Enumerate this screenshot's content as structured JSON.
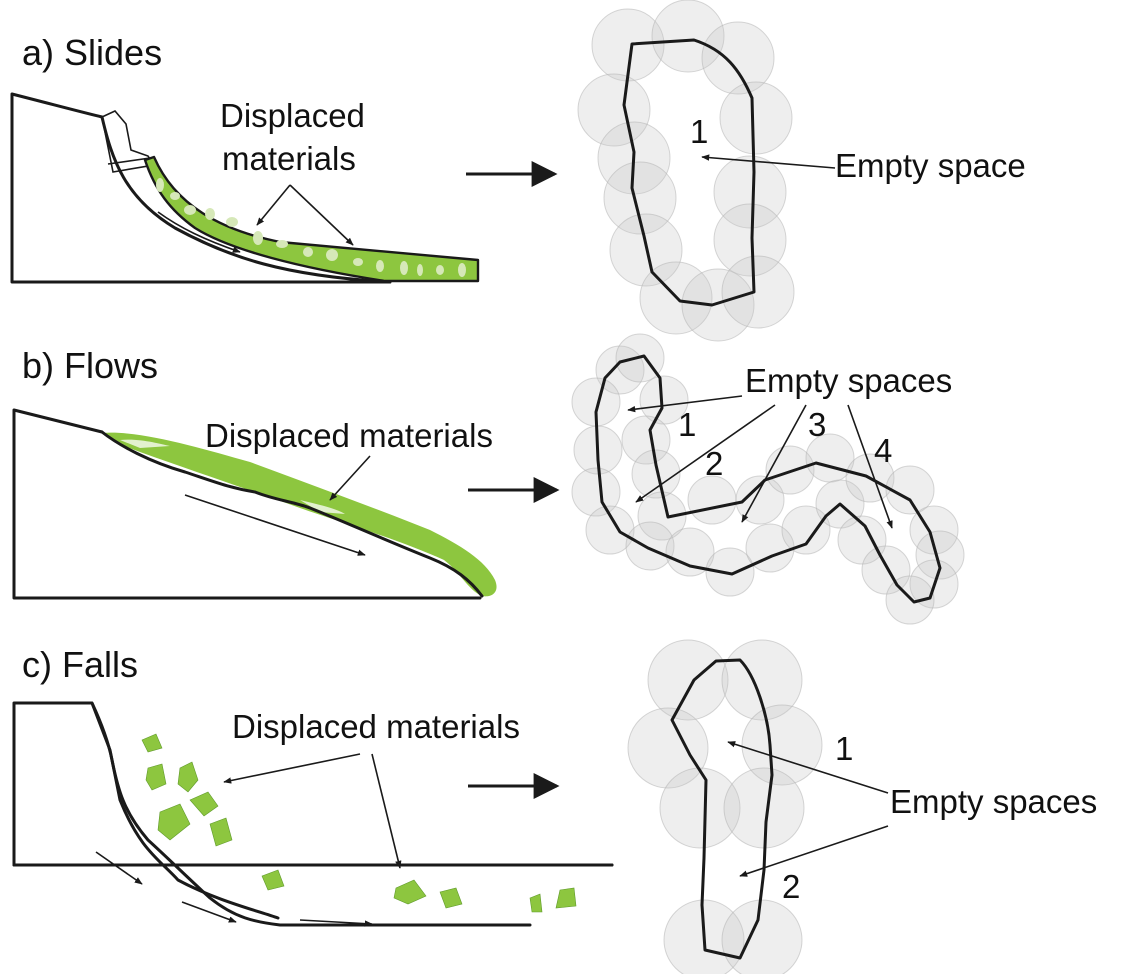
{
  "panels": [
    {
      "label": "a) Slides",
      "displaced": [
        "Displaced",
        "materials"
      ],
      "empty_label": "Empty space",
      "numbers": [
        "1"
      ]
    },
    {
      "label": "b) Flows",
      "displaced": [
        "Displaced materials"
      ],
      "empty_label": "Empty spaces",
      "numbers": [
        "1",
        "2",
        "3",
        "4"
      ]
    },
    {
      "label": "c) Falls",
      "displaced": [
        "Displaced materials"
      ],
      "empty_label": "Empty spaces",
      "numbers": [
        "1",
        "2"
      ]
    }
  ],
  "colors": {
    "material": "#8dc63f",
    "material_light": "#d6e8b8",
    "outline": "#1a1a1a",
    "bubble": "#c8c8c8"
  }
}
